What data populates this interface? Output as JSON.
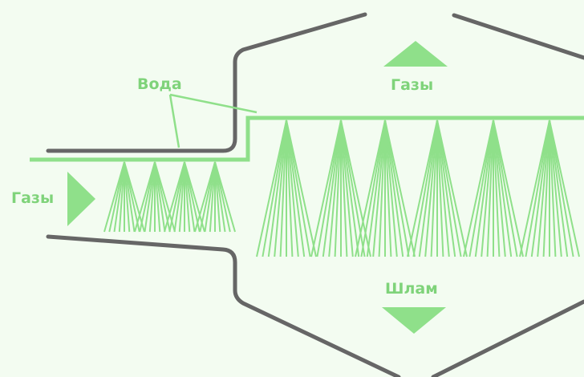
{
  "labels": {
    "water": "Вода",
    "gas_in": "Газы",
    "gas_out": "Газы",
    "sludge": "Шлам"
  },
  "colors": {
    "background": "#f3fcf1",
    "accent_green": "#8fe08a",
    "label_green": "#7fd37a",
    "wall_gray": "#666666"
  },
  "diagram": {
    "nozzles_in_inlet_pipe": 4,
    "nozzles_in_chamber": 6,
    "arrows": [
      "gas-in-right",
      "gas-out-up",
      "sludge-down"
    ]
  }
}
